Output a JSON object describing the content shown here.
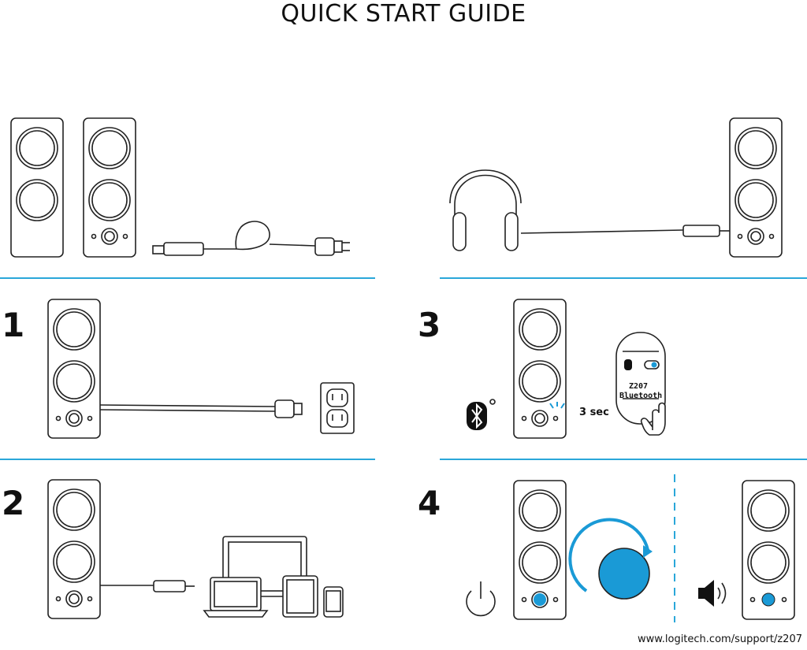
{
  "title": "QUICK START GUIDE",
  "steps": [
    "1",
    "2",
    "3",
    "4"
  ],
  "step3": {
    "hold_time": "3 sec",
    "device_name": "Z207",
    "device_label": "Bluetooth"
  },
  "footer_url": "www.logitech.com/support/z207",
  "colors": {
    "accent": "#1a9ad6",
    "divider": "#2aa7d9",
    "line": "#222222"
  },
  "icons": [
    "speaker-icon",
    "power-cable-icon",
    "headphones-icon",
    "wall-outlet-icon",
    "laptop-icon",
    "monitor-icon",
    "tablet-icon",
    "phone-icon",
    "bluetooth-icon",
    "power-icon",
    "volume-icon",
    "hand-pointer-icon"
  ]
}
